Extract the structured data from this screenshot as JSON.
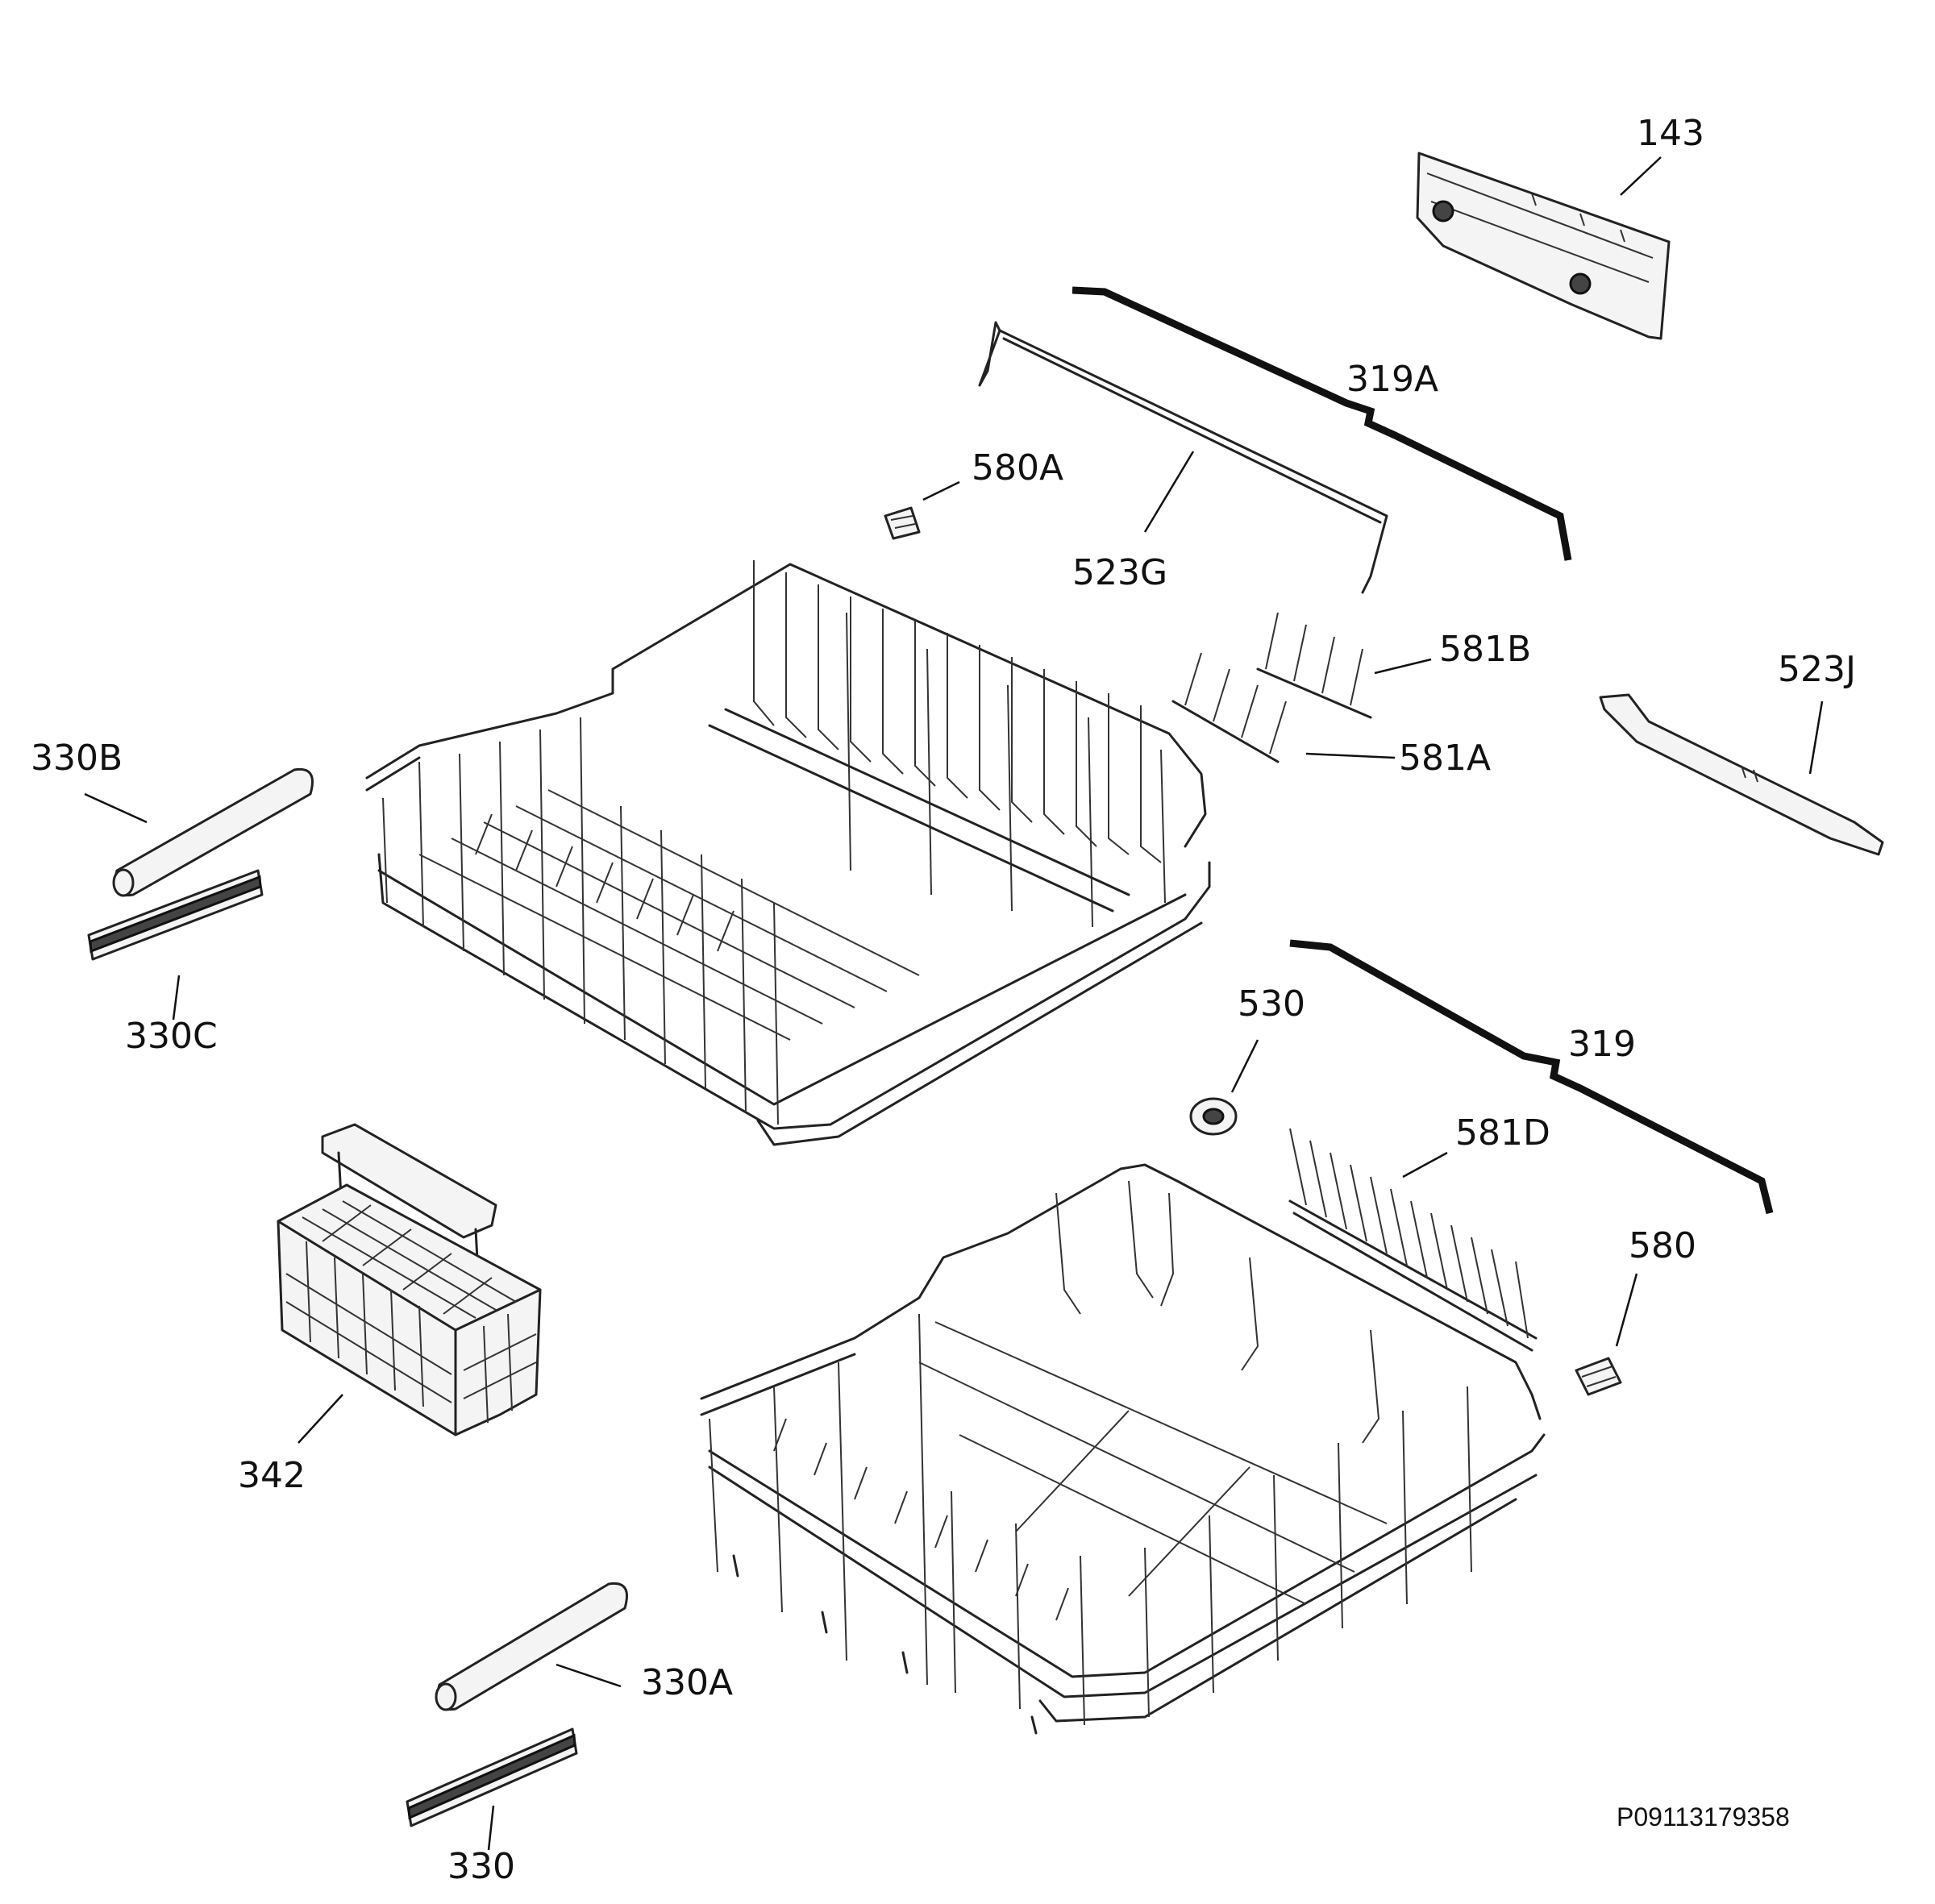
{
  "diagram": {
    "part_labels": {
      "p143": "143",
      "p319A": "319A",
      "p580A": "580A",
      "p523G": "523G",
      "p581B": "581B",
      "p523J": "523J",
      "p581A": "581A",
      "p330B": "330B",
      "p330C": "330C",
      "p530": "530",
      "p319": "319",
      "p581D": "581D",
      "p580": "580",
      "p342": "342",
      "p330A": "330A",
      "p330": "330"
    },
    "document_id": "P09113179358"
  }
}
